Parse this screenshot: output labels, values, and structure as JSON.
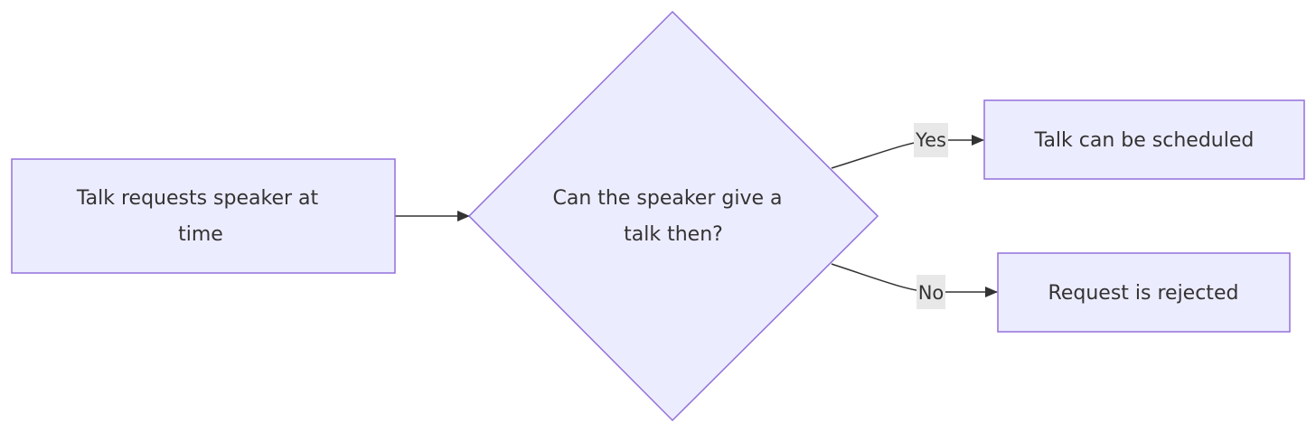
{
  "colors": {
    "node_fill": "#ECECFF",
    "node_stroke": "#9370DB",
    "edge_stroke": "#333333",
    "edge_label_background": "#E8E8E8",
    "text": "#333333"
  },
  "nodes": {
    "request": {
      "shape": "rectangle",
      "lines": [
        "Talk requests speaker at",
        "time"
      ]
    },
    "decision": {
      "shape": "diamond",
      "lines": [
        "Can the speaker give a",
        "talk then?"
      ]
    },
    "scheduled": {
      "shape": "rectangle",
      "lines": [
        "Talk can be scheduled"
      ]
    },
    "rejected": {
      "shape": "rectangle",
      "lines": [
        "Request is rejected"
      ]
    }
  },
  "edges": {
    "request_to_decision": {
      "from": "request",
      "to": "decision",
      "label": ""
    },
    "decision_to_scheduled": {
      "from": "decision",
      "to": "scheduled",
      "label": "Yes"
    },
    "decision_to_rejected": {
      "from": "decision",
      "to": "rejected",
      "label": "No"
    }
  }
}
